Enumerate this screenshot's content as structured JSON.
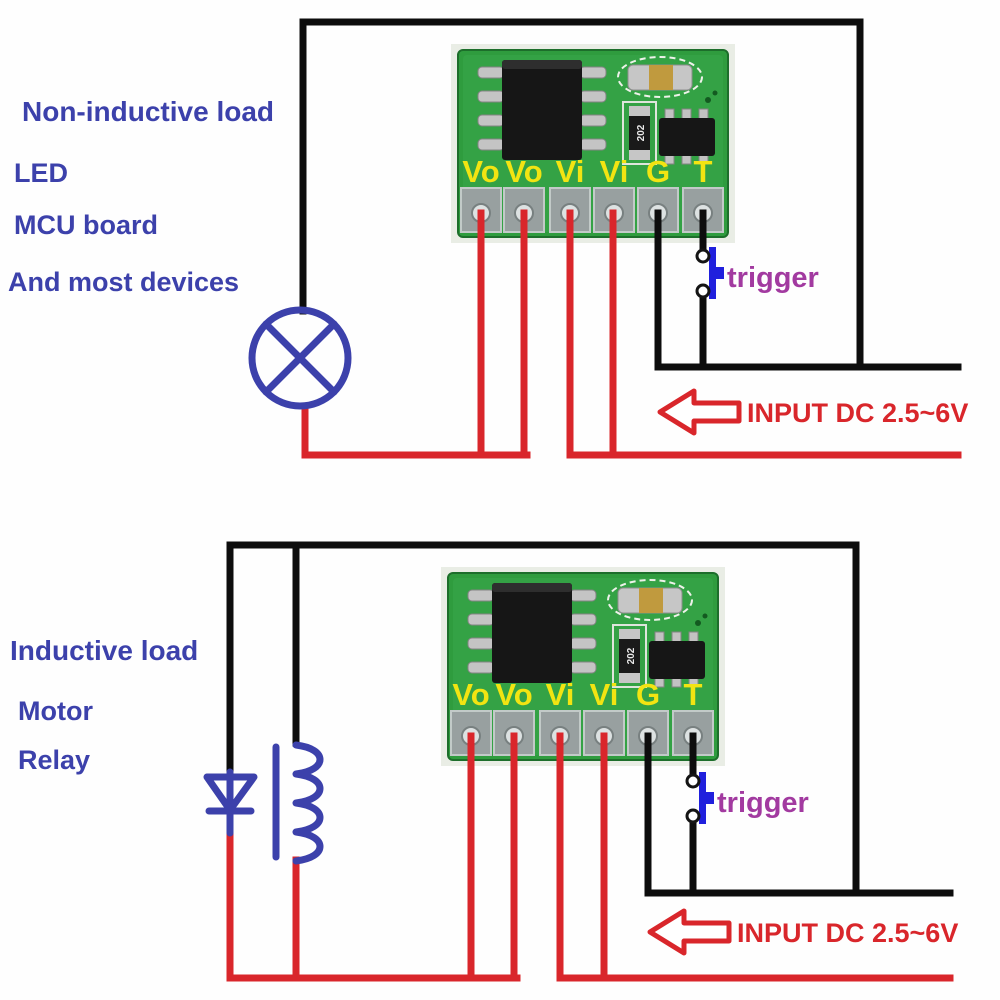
{
  "colors": {
    "wire_black": "#0d0d0d",
    "wire_red": "#d9262b",
    "symbol_blue": "#3c41ab",
    "label_blue": "#3c41ab",
    "trigger_purple": "#a23aa0",
    "button_blue": "#2020dd",
    "pcb_green": "#2f9c3e",
    "silkscreen_yellow": "#f2e412"
  },
  "pcb": {
    "pins": [
      "Vo",
      "Vo",
      "Vi",
      "Vi",
      "G",
      "T"
    ],
    "resistor_marking": "202"
  },
  "top_section": {
    "heading": "Non-inductive load",
    "items": [
      "LED",
      "MCU board",
      "And most devices"
    ],
    "trigger_label": "trigger",
    "input_label": "INPUT DC 2.5~6V"
  },
  "bottom_section": {
    "heading": "Inductive load",
    "items": [
      "Motor",
      "Relay"
    ],
    "trigger_label": "trigger",
    "input_label": "INPUT DC 2.5~6V"
  }
}
